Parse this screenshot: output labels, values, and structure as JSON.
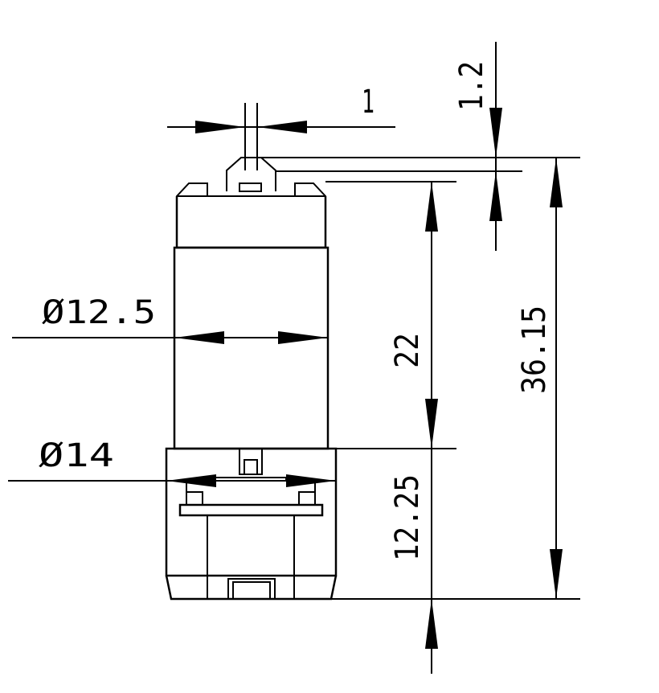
{
  "dimensions": {
    "shaft_width": "1",
    "shaft_protrusion": "1.2",
    "overall_length": "36.15",
    "motor_body_length": "22",
    "gearbox_length": "12.25",
    "motor_diameter": "Ø12.5",
    "gearbox_diameter": "Ø14"
  },
  "colors": {
    "line": "#000000",
    "background": "#ffffff"
  }
}
